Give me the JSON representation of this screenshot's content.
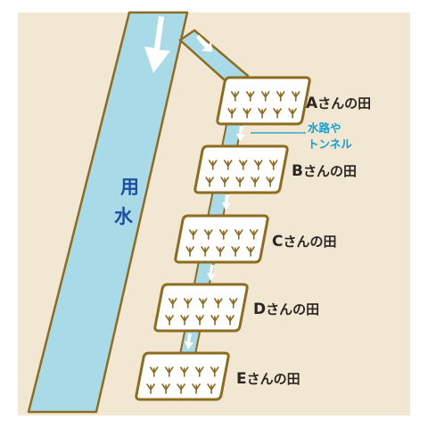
{
  "diagram": {
    "river_label_line1": "用",
    "river_label_line2": "水",
    "callout": {
      "line1": "水路や",
      "line2": "トンネル"
    },
    "fields": [
      {
        "letter": "A",
        "suffix": "さんの田"
      },
      {
        "letter": "B",
        "suffix": "さんの田"
      },
      {
        "letter": "C",
        "suffix": "さんの田"
      },
      {
        "letter": "D",
        "suffix": "さんの田"
      },
      {
        "letter": "E",
        "suffix": "さんの田"
      }
    ],
    "colors": {
      "ground": "#f2e7d2",
      "water": "#a9dae8",
      "outline": "#8d6b1f",
      "river_text": "#1e4fa0",
      "callout_text": "#149ed0",
      "label_text": "#2b2622"
    }
  }
}
